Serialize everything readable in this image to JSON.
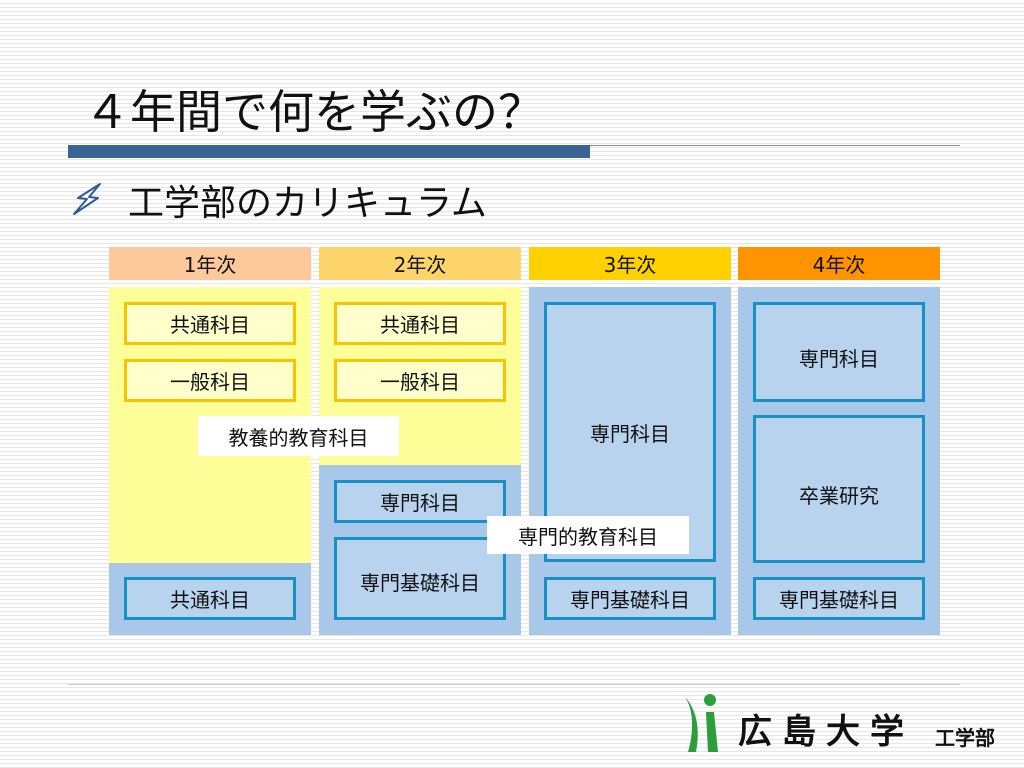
{
  "slide": {
    "title": "４年間で何を学ぶの？",
    "subtitle": "工学部のカリキュラム",
    "bullet_icon": "lightning-bullet-icon"
  },
  "years": [
    {
      "label": "1年次",
      "color": "#fdc99b"
    },
    {
      "label": "2年次",
      "color": "#fdd46a"
    },
    {
      "label": "3年次",
      "color": "#ffd100"
    },
    {
      "label": "4年次",
      "color": "#ff9400"
    }
  ],
  "columns": {
    "y1": {
      "common": "共通科目",
      "general": "一般科目",
      "common_lower": "共通科目"
    },
    "y2": {
      "common": "共通科目",
      "general": "一般科目",
      "specialized": "専門科目",
      "specialized_basic": "専門基礎科目"
    },
    "y3": {
      "specialized": "専門科目",
      "specialized_basic": "専門基礎科目"
    },
    "y4": {
      "specialized": "専門科目",
      "graduation_research": "卒業研究",
      "specialized_basic": "専門基礎科目"
    }
  },
  "labels": {
    "liberal_arts": "教養的教育科目",
    "specialized_education": "専門的教育科目"
  },
  "colors": {
    "liberal_area": "#ffff99",
    "specialized_area": "#a9c7e8",
    "yellow_border": "#f6c400",
    "blue_border": "#1591c8",
    "title_bar": "#3a6496",
    "logo_green": "#2e9e3a"
  },
  "logo": {
    "name": "広島大学",
    "faculty": "工学部",
    "icon": "hiroshima-university-logo-icon"
  }
}
